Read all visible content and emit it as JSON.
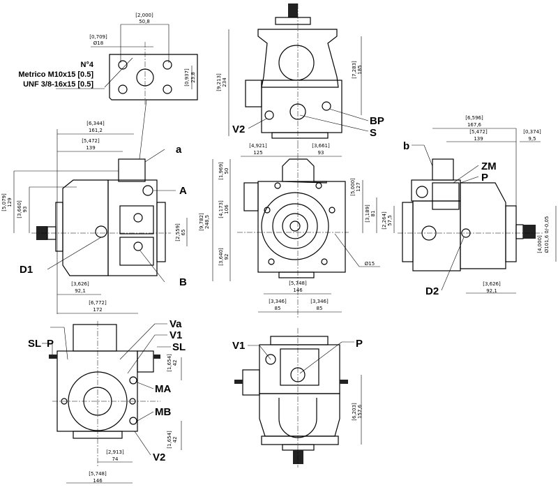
{
  "flange": {
    "note_count": "N°4",
    "thread_metric": "Metrico M10x15 [0.5]",
    "thread_unf": "UNF 3/8-16x15 [0.5]",
    "dims": [
      {
        "in": "[2,000]",
        "mm": "50,8"
      },
      {
        "in": "[0,709]",
        "mm": "Ø18"
      },
      {
        "in": "[0,937]",
        "mm": "23,8"
      }
    ]
  },
  "left_view": {
    "labels": {
      "a": "a",
      "A": "A",
      "D1": "D1",
      "B": "B"
    },
    "dims": [
      {
        "in": "[6,344]",
        "mm": "161,2"
      },
      {
        "in": "[5,472]",
        "mm": "139"
      },
      {
        "in": "[5,079]",
        "mm": "129"
      },
      {
        "in": "[3,660]",
        "mm": "93"
      },
      {
        "in": "[2,559]",
        "mm": "65"
      },
      {
        "in": "[3,626]",
        "mm": "92,1"
      },
      {
        "in": "[6,772]",
        "mm": "172"
      }
    ]
  },
  "top_view": {
    "labels": {
      "BP": "BP",
      "S": "S",
      "V2": "V2"
    },
    "dims": [
      {
        "in": "[9,213]",
        "mm": "234"
      },
      {
        "in": "[7,283]",
        "mm": "185"
      }
    ]
  },
  "front_view": {
    "diameter_label": "Ø15",
    "dims": [
      {
        "in": "[4,921]",
        "mm": "125"
      },
      {
        "in": "[3,661]",
        "mm": "93"
      },
      {
        "in": "[9,782]",
        "mm": "248,5"
      },
      {
        "in": "[1,969]",
        "mm": "50"
      },
      {
        "in": "[4,173]",
        "mm": "106"
      },
      {
        "in": "[3,640]",
        "mm": "92"
      },
      {
        "in": "[5,748]",
        "mm": "146"
      },
      {
        "in": "[3,346]",
        "mm": "85"
      },
      {
        "in": "[3,346]",
        "mm": "85"
      }
    ]
  },
  "right_view": {
    "labels": {
      "b": "b",
      "ZM": "ZM",
      "P": "P",
      "D2": "D2"
    },
    "dims": [
      {
        "in": "[6,596]",
        "mm": "167,6"
      },
      {
        "in": "[5,472]",
        "mm": "139"
      },
      {
        "in": "[0,374]",
        "mm": "9,5"
      },
      {
        "in": "[5,000]",
        "mm": "127"
      },
      {
        "in": "[3,189]",
        "mm": "81"
      },
      {
        "in": "[2,264]",
        "mm": "57,5"
      },
      {
        "in": "[4,000]",
        "mm": "Ø101,6 0/-0,05"
      },
      {
        "in": "[3,626]",
        "mm": "92,1"
      }
    ]
  },
  "bottom_left_view": {
    "labels": {
      "P": "P",
      "SL_left": "SL",
      "Va": "Va",
      "V1": "V1",
      "SL_right": "SL",
      "MA": "MA",
      "MB": "MB",
      "V2": "V2"
    },
    "dims": [
      {
        "in": "[1,654]",
        "mm": "42"
      },
      {
        "in": "[1,654]",
        "mm": "42"
      },
      {
        "in": "[2,913]",
        "mm": "74"
      },
      {
        "in": "[5,748]",
        "mm": "146"
      }
    ]
  },
  "bottom_center_view": {
    "labels": {
      "V1": "V1",
      "P": "P"
    },
    "dims": [
      {
        "in": "[6,203]",
        "mm": "157,6"
      }
    ]
  }
}
